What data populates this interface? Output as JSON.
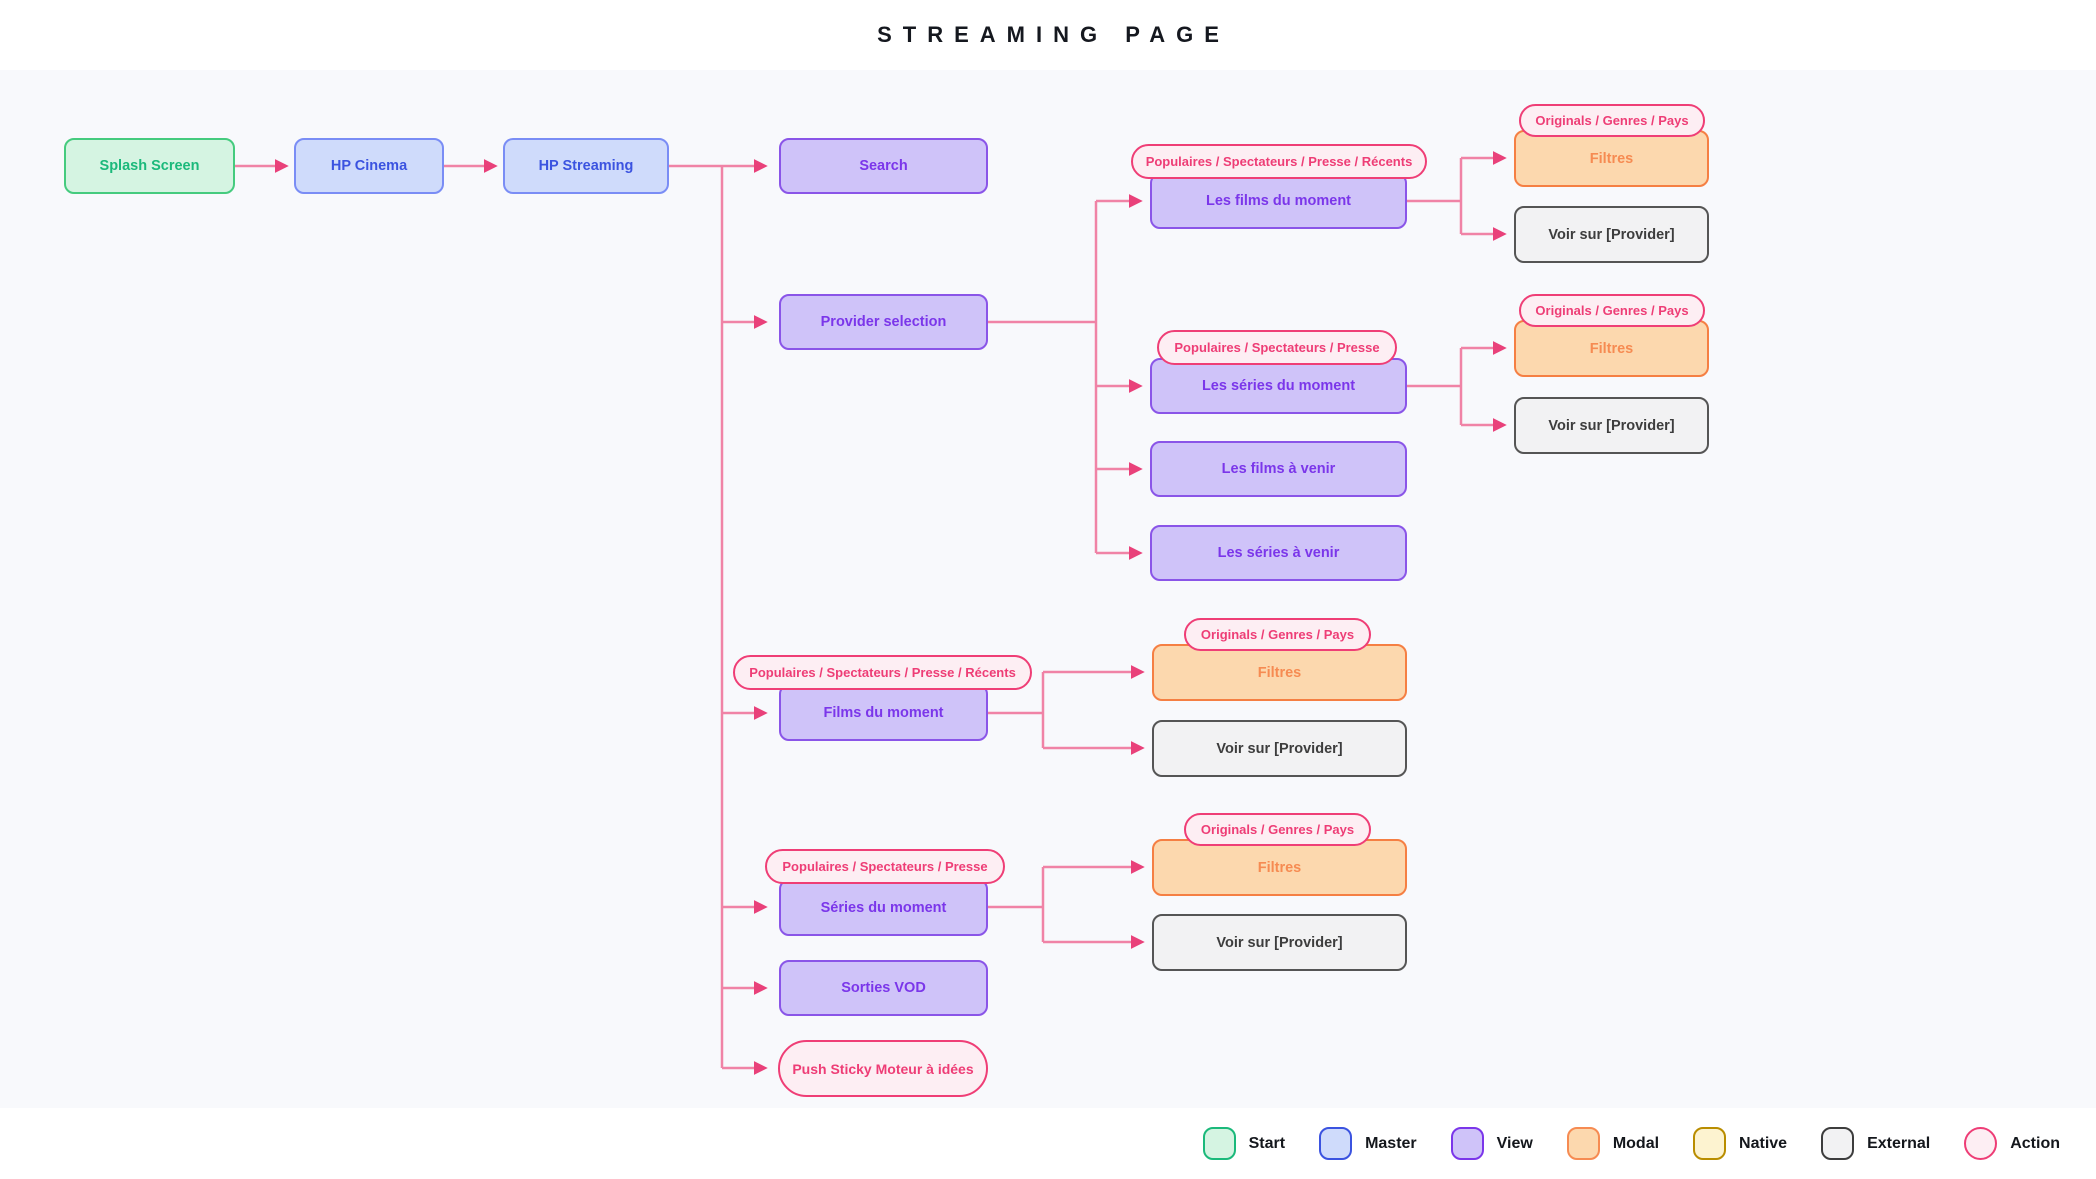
{
  "title": "STREAMING PAGE",
  "nodes": {
    "splash": {
      "label": "Splash Screen",
      "type": "start"
    },
    "hp_cinema": {
      "label": "HP Cinema",
      "type": "master"
    },
    "hp_streaming": {
      "label": "HP Streaming",
      "type": "master"
    },
    "search": {
      "label": "Search",
      "type": "view"
    },
    "provider_selection": {
      "label": "Provider selection",
      "type": "view"
    },
    "les_films_du_moment": {
      "label": "Les films du moment",
      "type": "view"
    },
    "les_series_du_moment": {
      "label": "Les séries du moment",
      "type": "view"
    },
    "les_films_a_venir": {
      "label": "Les films à venir",
      "type": "view"
    },
    "les_series_a_venir": {
      "label": "Les séries à venir",
      "type": "view"
    },
    "films_du_moment": {
      "label": "Films du moment",
      "type": "view"
    },
    "series_du_moment": {
      "label": "Séries du moment",
      "type": "view"
    },
    "sorties_vod": {
      "label": "Sorties VOD",
      "type": "view"
    },
    "push_sticky": {
      "label": "Push Sticky Moteur à idées",
      "type": "action"
    },
    "filtres": {
      "label": "Filtres",
      "type": "modal"
    },
    "voir_sur_provider": {
      "label": "Voir sur [Provider]",
      "type": "external"
    }
  },
  "pills": {
    "populaires_recents": {
      "label": "Populaires / Spectateurs / Presse / Récents"
    },
    "populaires": {
      "label": "Populaires / Spectateurs / Presse"
    },
    "originals": {
      "label": "Originals / Genres / Pays"
    }
  },
  "legend": {
    "items": [
      {
        "label": "Start",
        "type": "start"
      },
      {
        "label": "Master",
        "type": "master"
      },
      {
        "label": "View",
        "type": "view"
      },
      {
        "label": "Modal",
        "type": "modal"
      },
      {
        "label": "Native",
        "type": "native"
      },
      {
        "label": "External",
        "type": "external"
      },
      {
        "label": "Action",
        "type": "action"
      }
    ]
  },
  "colors": {
    "start_fill": "#d5f4e2",
    "start_border": "#45cb7e",
    "start_text": "#1bb97b",
    "master_fill": "#cfdbfb",
    "master_border": "#7a8df5",
    "master_text": "#3b53e0",
    "view_fill": "#cfc3f9",
    "view_border": "#8a55e8",
    "view_text": "#7b36ea",
    "modal_fill": "#fcd8ae",
    "modal_border": "#f57f43",
    "modal_text": "#f68b52",
    "native_fill": "#fdf3d0",
    "native_border": "#f0c420",
    "external_fill": "#f2f2f3",
    "external_border": "#555555",
    "external_text": "#3d3d3d",
    "action_fill": "#fdeef3",
    "action_border": "#ef3e76",
    "action_text": "#ee3d76",
    "connector_line": "#f083a6",
    "connector_arrowhead": "#e9417a",
    "background": "#f8f9fc",
    "band": "#ffffff",
    "title_text": "#15181f"
  }
}
